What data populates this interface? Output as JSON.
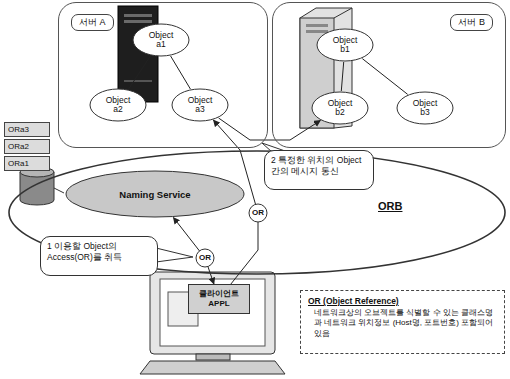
{
  "diagram": {
    "nodes": [
      {
        "text": [
          "서버 A"
        ]
      },
      {
        "text": [
          "Object a1"
        ],
        "in": 0
      },
      {
        "text": [
          "Object a2"
        ],
        "in": 0
      },
      {
        "text": [
          "Object a3"
        ],
        "in": 0
      },
      {
        "text": [
          "서버 B"
        ]
      },
      {
        "text": [
          "Object b1"
        ],
        "in": 4
      },
      {
        "text": [
          "Object b2"
        ],
        "in": 4
      },
      {
        "text": [
          "Object b3"
        ],
        "in": 4
      },
      {
        "text": [
          "ORa3"
        ]
      },
      {
        "text": [
          "ORa2"
        ]
      },
      {
        "text": [
          "ORa1"
        ]
      },
      {
        "text": [
          "ORB"
        ]
      },
      {
        "text": [
          "Naming Service"
        ],
        "in": 11
      },
      {
        "text": [
          "1 이용할 Object의 Access(OR)를 취득"
        ]
      },
      {
        "text": [
          "2 특정한 위치의 Object간의 메시지 통신"
        ]
      },
      {
        "text": [
          "클라이언트 APPL"
        ]
      },
      {
        "text": [
          "OR (Object Reference)",
          "네트워크상의 오브젝트를 식별할 수 있는 클래스명과 네트워크 위치정보 (Host명, 포트번호) 포함되어 있음"
        ]
      }
    ],
    "edges": [
      {
        "from": 1,
        "to": 2,
        "arrow": "none"
      },
      {
        "from": 1,
        "to": 3,
        "arrow": "none"
      },
      {
        "from": 5,
        "to": 6,
        "arrow": "none"
      },
      {
        "from": 5,
        "to": 7,
        "arrow": "none"
      },
      {
        "from": 3,
        "to": 6,
        "arrow": "to"
      },
      {
        "from": 15,
        "to": 3,
        "arrow": "to",
        "label": "OR"
      },
      {
        "from": 15,
        "to": 12,
        "arrow": "both",
        "label": "OR"
      }
    ]
  }
}
